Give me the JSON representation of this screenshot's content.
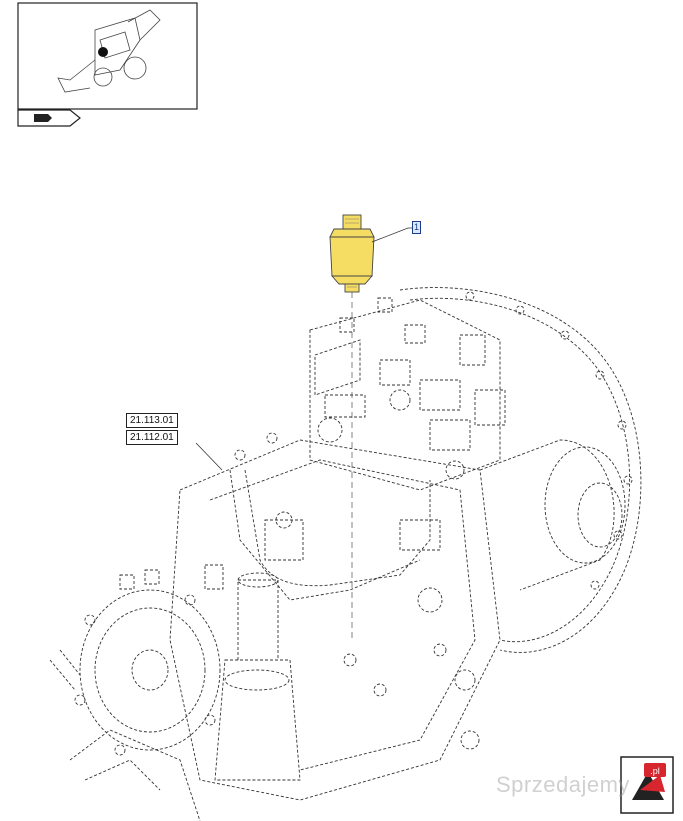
{
  "callouts": {
    "part_number": "1",
    "ref_upper": "21.113.01",
    "ref_lower": "21.112.01"
  },
  "watermark": {
    "text": "Sprzedajemy",
    "suffix": ".pl"
  },
  "colors": {
    "sensor_body": "#f5dc63",
    "callout_fill": "#dbe8ff",
    "callout_stroke": "#1a3c8a",
    "logo_red": "#d8262e"
  }
}
